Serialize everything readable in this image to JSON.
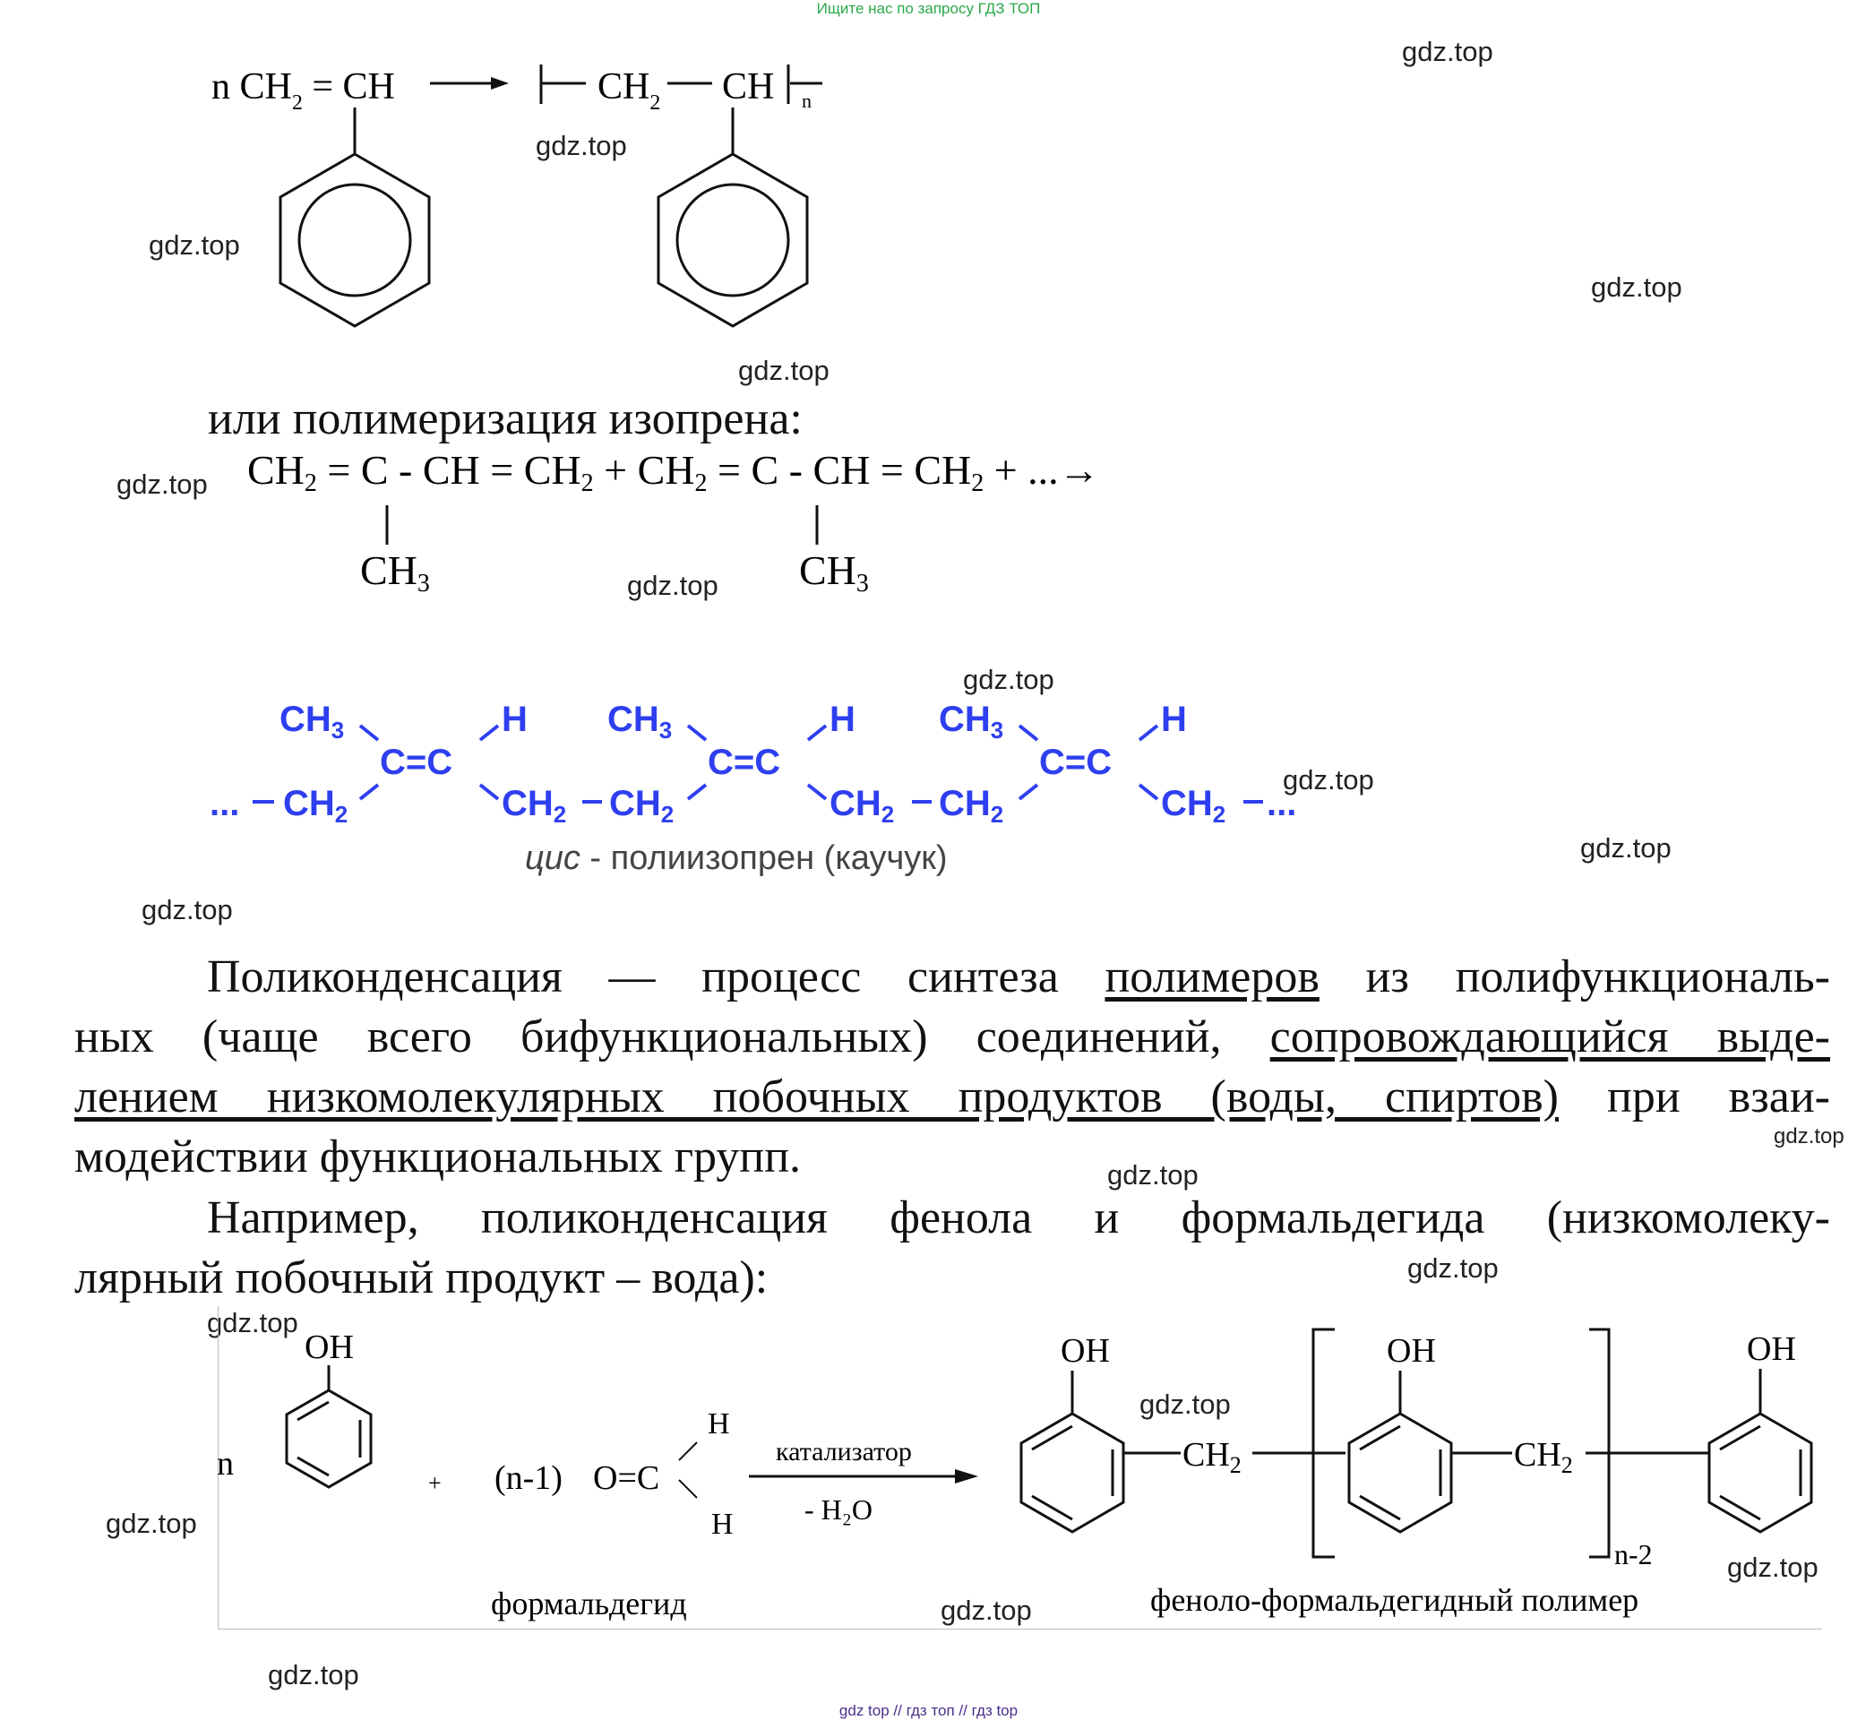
{
  "top_banner": "Ищите нас по запросу ГДЗ ТОП",
  "watermark": "gdz.top",
  "styrene": {
    "n": "n",
    "monomer_left": "CH",
    "sub2": "2",
    "eq": " = ",
    "monomer_right": "CH",
    "poly_ch2": "CH",
    "poly_ch": "CH",
    "n_sub": "n"
  },
  "isoprene": {
    "intro": "или полимеризация изопрена:",
    "ch2": "CH",
    "sub2": "2",
    "c": "C",
    "ch": "CH",
    "ch3": "CH",
    "sub3": "3",
    "tail": "+ ...→"
  },
  "polyisoprene": {
    "ch3": "CH",
    "sub3": "3",
    "c": "C",
    "h": "H",
    "ch2": "CH",
    "sub2": "2",
    "start": "...",
    "end": "...",
    "caption_italic": "цис",
    "caption_rest": " - полиизопрен (каучук)"
  },
  "paragraph1": {
    "part1": "Поликонденсация — процесс синтеза ",
    "link1": "полимеров",
    "part2": " из полифункциональ-",
    "line2_pre": "ных (чаще всего бифункциональных) соединений, ",
    "line2_ul": "сопровождающийся выде-",
    "line3_ul": "лением низкомолекулярных побочных продуктов (воды, спиртов)",
    "line3_post": " при взаи-",
    "line4": "модействии функциональных групп."
  },
  "paragraph2": {
    "line1": "Например, поликонденсация фенола и формальдегида (низкомолеку-",
    "line2": "лярный побочный продукт – вода):"
  },
  "phenol_reaction": {
    "oh": "OH",
    "n": "n",
    "plus": "+",
    "n_minus_1": "(n-1)",
    "o_eq_c": "O=C",
    "h": "H",
    "catalyst": "катализатор",
    "minus_water": "- H₂O",
    "ch2": "CH",
    "sub2": "2",
    "n_minus_2": "n-2",
    "label_formaldehyde": "формальдегид",
    "label_polymer": "феноло-формальдегидный полимер"
  },
  "footer": "gdz top  //  гдз топ  //  гдз top"
}
